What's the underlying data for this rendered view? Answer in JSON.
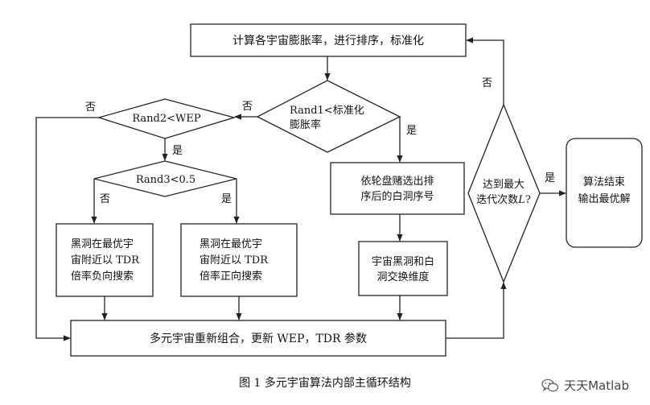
{
  "nodes": {
    "compute": "计算各宇宙膨胀率，进行排序，标准化",
    "rand1_a": "Rand1<标准化",
    "rand1_b": "膨胀率",
    "rand2": "Rand2<WEP",
    "rand3": "Rand3<0.5",
    "roulette_a": "依轮盘赌选出排",
    "roulette_b": "序后的白洞序号",
    "exchange_a": "宇宙黑洞和白",
    "exchange_b": "洞交换维度",
    "neg_a": "黑洞在最优宇",
    "neg_b": "宙附近以 TDR",
    "neg_c": "倍率负向搜索",
    "pos_a": "黑洞在最优宇",
    "pos_b": "宙附近以 TDR",
    "pos_c": "倍率正向搜索",
    "recombine": "多元宇宙重新组合，更新 WEP，TDR 参数",
    "max_iter_a": "达到最大",
    "max_iter_b_prefix": "迭代次数",
    "max_iter_b_var": "L",
    "max_iter_b_suffix": "?",
    "end_a": "算法结束",
    "end_b": "输出最优解"
  },
  "edge_labels": {
    "yes": "是",
    "no": "否"
  },
  "caption": "图 1 多元宇宙算法内部主循环结构",
  "watermark": "天天Matlab"
}
